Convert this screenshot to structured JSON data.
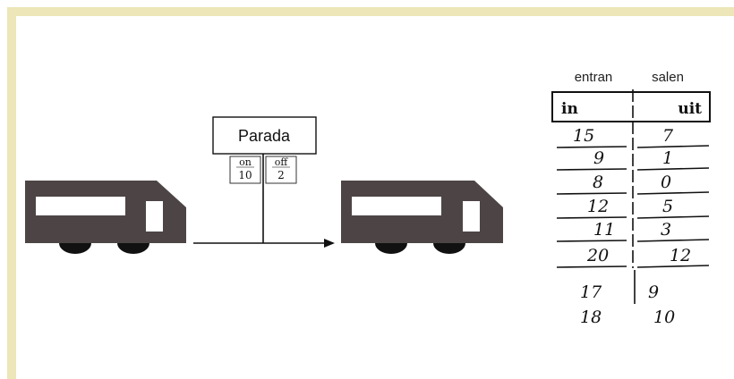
{
  "stop_sign": {
    "label": "Parada",
    "on_label": "on",
    "off_label": "off",
    "on_value": "10",
    "off_value": "2"
  },
  "table": {
    "header_entran": "entran",
    "header_salen": "salen",
    "col_in": "in",
    "col_uit": "uit",
    "rows": [
      {
        "in": "15",
        "out": "7"
      },
      {
        "in": "9",
        "out": "1"
      },
      {
        "in": "8",
        "out": "0"
      },
      {
        "in": "12",
        "out": "5"
      },
      {
        "in": "11",
        "out": "3"
      },
      {
        "in": "20",
        "out": "12"
      },
      {
        "in": "17",
        "out": "9"
      },
      {
        "in": "18",
        "out": "10"
      }
    ]
  },
  "colors": {
    "bus_body": "#4d4545",
    "frame": "#ece6b8"
  }
}
